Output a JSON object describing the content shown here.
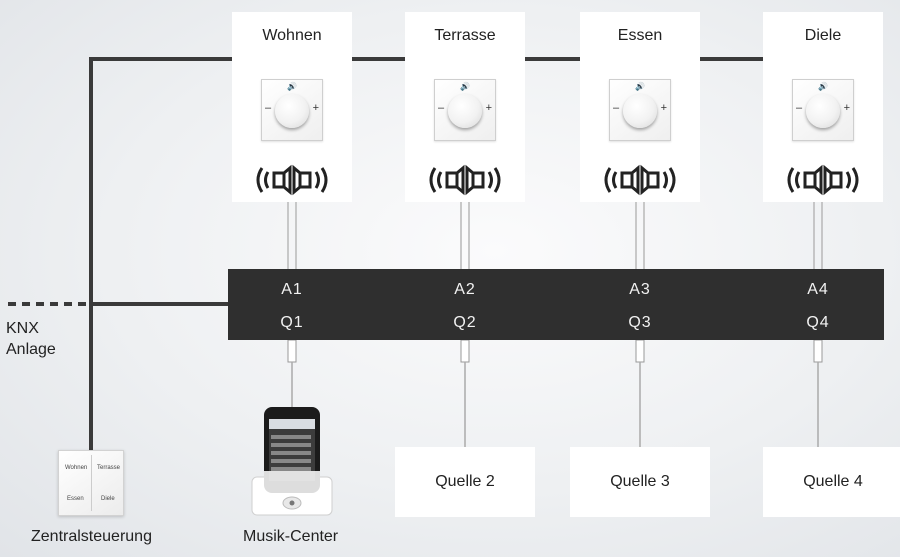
{
  "rooms": [
    {
      "name": "Wohnen",
      "output": "A1",
      "input": "Q1"
    },
    {
      "name": "Terrasse",
      "output": "A2",
      "input": "Q2"
    },
    {
      "name": "Essen",
      "output": "A3",
      "input": "Q3"
    },
    {
      "name": "Diele",
      "output": "A4",
      "input": "Q4"
    }
  ],
  "knob": {
    "minus": "–",
    "plus": "+",
    "volume_icon": "speaker-volume-icon"
  },
  "knx": {
    "line1": "KNX",
    "line2": "Anlage"
  },
  "sources": [
    "Quelle 2",
    "Quelle 3",
    "Quelle 4"
  ],
  "switch": {
    "top_left": "Wohnen",
    "top_right": "Terrasse",
    "bottom_left": "Essen",
    "bottom_right": "Diele"
  },
  "captions": {
    "central": "Zentralsteuerung",
    "music": "Musik-Center"
  },
  "colors": {
    "bus_line": "#3a3a3a",
    "amp_box": "#2f2f2f",
    "signal_line": "#b0b0b0",
    "card": "#ffffff"
  }
}
